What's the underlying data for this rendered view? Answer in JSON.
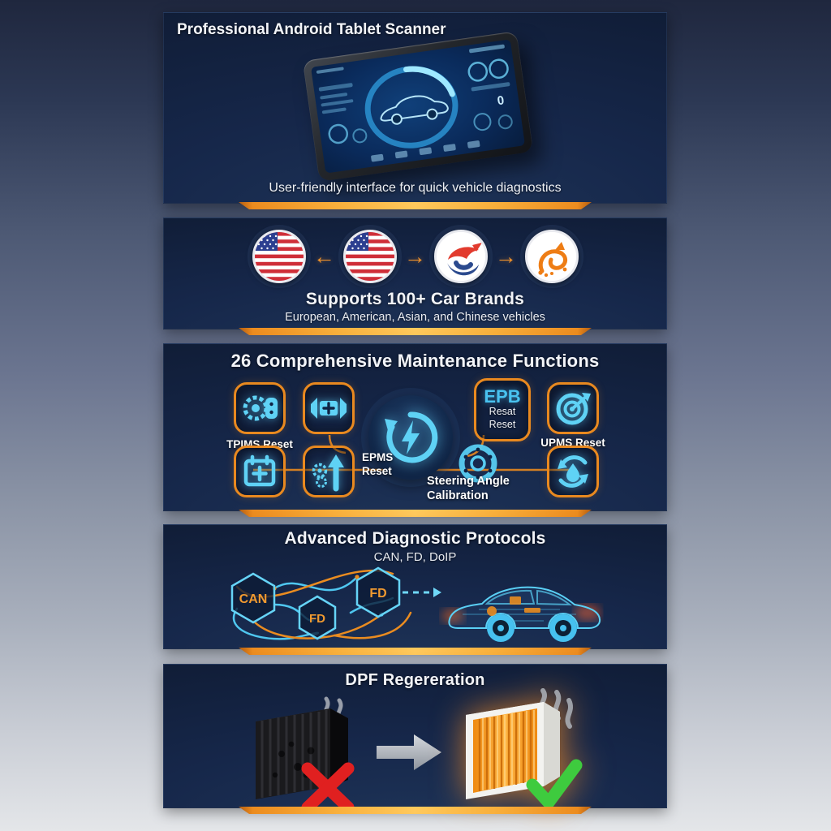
{
  "colors": {
    "accent_orange": "#f09a30",
    "glyph_cyan": "#5fd2f5",
    "panel_navy": "#13213d",
    "status_red": "#e02424",
    "status_green": "#3ecb3e"
  },
  "scanner_panel": {
    "title": "Professional Android Tablet Scanner",
    "caption": "User-friendly interface for quick vehicle diagnostics",
    "device_icon": "android-tablet-diagnostic-scanner",
    "screen_reading": "0"
  },
  "brands_panel": {
    "title": "Supports 100+ Car Brands",
    "subtitle": "European, American, Asian, and Chinese vehicles",
    "arrow_left": "←",
    "arrow_right": "→",
    "badges": [
      {
        "icon": "us-flag"
      },
      {
        "icon": "us-flag"
      },
      {
        "icon": "american-eagle-emblem"
      },
      {
        "icon": "chinese-dragon-emblem"
      }
    ]
  },
  "functions_panel": {
    "title": "26 Comprehensive Maintenance Functions",
    "tpms_label": "TPIMS Reset",
    "epb": {
      "abbr": "EPB",
      "line1": "Resat",
      "line2": "Reset"
    },
    "upms_label": "UPMS Reset",
    "epms": {
      "line1": "EPMS",
      "line2": "Reset"
    },
    "steering": {
      "line1": "Steering Angle",
      "line2": "Calibration"
    },
    "icons": [
      "tire-pressure-sensor-icon",
      "injector-battery-icon",
      "lightning-recycle-icon",
      "target-arrow-icon",
      "calendar-plus-icon",
      "gear-up-arrow-icon",
      "steering-flange-icon",
      "oil-drop-recycle-icon"
    ]
  },
  "protocols_panel": {
    "title": "Advanced Diagnostic Protocols",
    "subtitle": "CAN, FD, DoIP",
    "nodes": {
      "left": "CAN",
      "bottom": "FD",
      "right": "FD"
    }
  },
  "dpf_panel": {
    "title": "DPF Regereration",
    "before_icon": "clogged-dpf-filter",
    "after_icon": "regenerated-dpf-filter"
  }
}
